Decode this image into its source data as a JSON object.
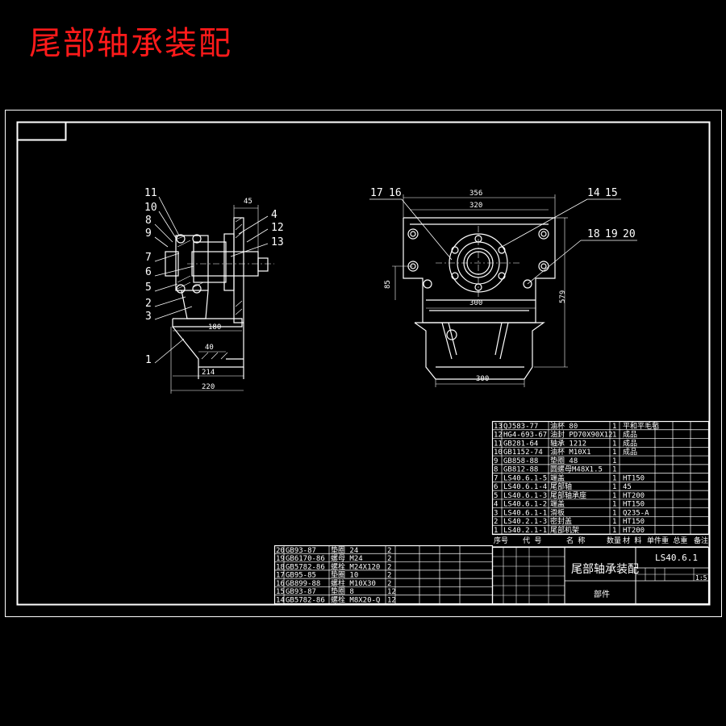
{
  "title": "尾部轴承装配",
  "side_view": {
    "callouts": [
      "11",
      "10",
      "8",
      "9",
      "7",
      "6",
      "5",
      "2",
      "3",
      "1",
      "4",
      "12",
      "13"
    ],
    "dims": {
      "top": "45",
      "d180": "180",
      "d40": "40",
      "d214": "214",
      "d220": "220"
    }
  },
  "front_view": {
    "callouts": [
      "17",
      "16",
      "14",
      "15",
      "18",
      "19",
      "20"
    ],
    "dims": {
      "d356": "356",
      "d320": "320",
      "d300a": "300",
      "d300b": "300",
      "d85": "85",
      "d579": "579"
    }
  },
  "parts_main": [
    {
      "no": "13",
      "code": "QJ583-77",
      "name": "油杯 80",
      "qty": "1",
      "mat": "平和平毛毡"
    },
    {
      "no": "12",
      "code": "HG4-693-67",
      "name": "油封 PD70X90X12",
      "qty": "1",
      "mat": "成品"
    },
    {
      "no": "11",
      "code": "GB281-64",
      "name": "轴承 1212",
      "qty": "1",
      "mat": "成品"
    },
    {
      "no": "10",
      "code": "GB1152-74",
      "name": "油杯 M10X1",
      "qty": "1",
      "mat": "成品"
    },
    {
      "no": "9",
      "code": "GB858-88",
      "name": "垫圈 48",
      "qty": "1",
      "mat": ""
    },
    {
      "no": "8",
      "code": "GB812-88",
      "name": "圆螺母M48X1.5",
      "qty": "1",
      "mat": ""
    },
    {
      "no": "7",
      "code": "LS40.6.1-5",
      "name": "端盖",
      "qty": "1",
      "mat": "HT150"
    },
    {
      "no": "6",
      "code": "LS40.6.1-4",
      "name": "尾部轴",
      "qty": "1",
      "mat": "45"
    },
    {
      "no": "5",
      "code": "LS40.6.1-3",
      "name": "尾部轴承座",
      "qty": "1",
      "mat": "HT200"
    },
    {
      "no": "4",
      "code": "LS40.6.1-2",
      "name": "端盖",
      "qty": "1",
      "mat": "HT150"
    },
    {
      "no": "3",
      "code": "LS40.6.1-1",
      "name": "滑板",
      "qty": "1",
      "mat": "Q235-A"
    },
    {
      "no": "2",
      "code": "LS40.2.1-3",
      "name": "密封盖",
      "qty": "1",
      "mat": "HT150"
    },
    {
      "no": "1",
      "code": "LS40.2.1-1",
      "name": "尾部机架",
      "qty": "1",
      "mat": "HT200"
    }
  ],
  "parts_header": {
    "no": "序号",
    "code": "代 号",
    "name": "名 称",
    "qty": "数量",
    "mat": "材 料",
    "weight": "单件重 总重",
    "remark": "备注"
  },
  "parts_small": [
    {
      "no": "20",
      "code": "GB93-87",
      "name": "垫圈 24",
      "qty": "2"
    },
    {
      "no": "19",
      "code": "GB6170-86",
      "name": "螺母 M24",
      "qty": "2"
    },
    {
      "no": "18",
      "code": "GB5782-86",
      "name": "螺栓 M24X120",
      "qty": "2"
    },
    {
      "no": "17",
      "code": "GB95-85",
      "name": "垫圈 10",
      "qty": "2"
    },
    {
      "no": "16",
      "code": "GB899-88",
      "name": "螺柱 M10X30",
      "qty": "2"
    },
    {
      "no": "15",
      "code": "GB93-87",
      "name": "垫圈 8",
      "qty": "12"
    },
    {
      "no": "14",
      "code": "GB5782-86",
      "name": "螺栓 M8X20-Q",
      "qty": "12"
    }
  ],
  "title_block": {
    "drawing_name": "尾部轴承装配",
    "drawing_no": "LS40.6.1",
    "type": "部件",
    "scale": "1:5"
  }
}
